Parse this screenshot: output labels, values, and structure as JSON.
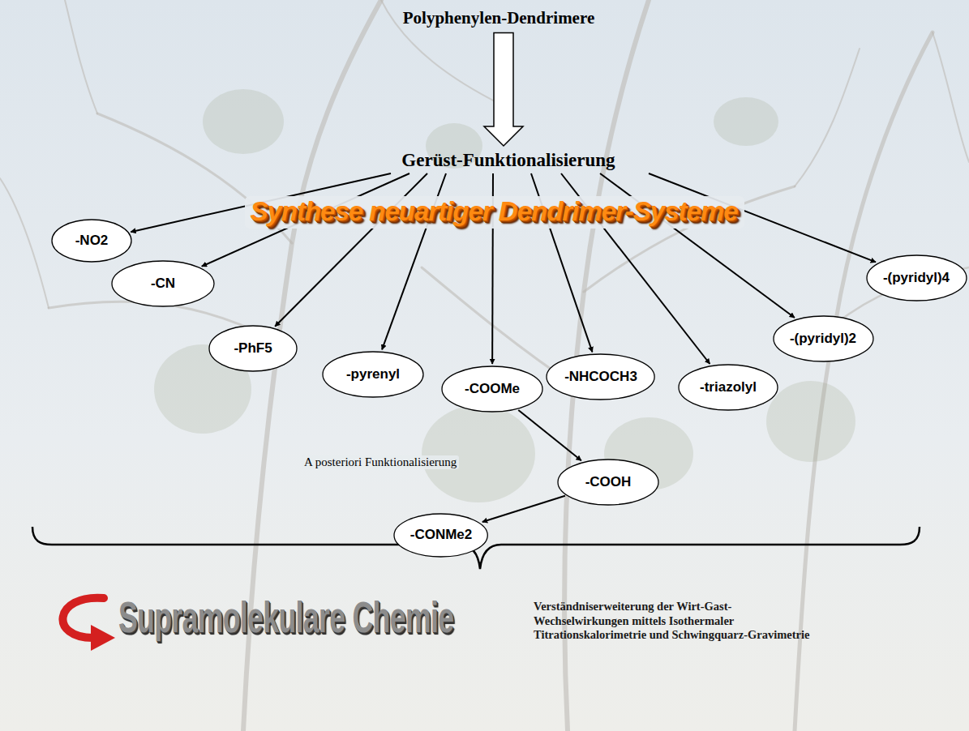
{
  "diagram": {
    "title": "Polyphenylen-Dendrimere",
    "nodes": [
      {
        "text": [
          "Polyphenylen-Dendrimere"
        ]
      },
      {
        "text": [
          "Gerüst-Funktionalisierung"
        ]
      },
      {
        "text": [
          "-NO2"
        ]
      },
      {
        "text": [
          "-CN"
        ]
      },
      {
        "text": [
          "-PhF5"
        ]
      },
      {
        "text": [
          "-pyrenyl"
        ]
      },
      {
        "text": [
          "-COOMe"
        ]
      },
      {
        "text": [
          "-NHCOCH3"
        ]
      },
      {
        "text": [
          "-triazolyl"
        ]
      },
      {
        "text": [
          "-(pyridyl)2"
        ]
      },
      {
        "text": [
          "-(pyridyl)4"
        ]
      },
      {
        "text": [
          "-COOH"
        ]
      },
      {
        "text": [
          "-CONMe2"
        ]
      }
    ],
    "edges": [
      {
        "from": 0,
        "to": 1,
        "arrow": "to"
      },
      {
        "from": 1,
        "to": 2,
        "arrow": "to"
      },
      {
        "from": 1,
        "to": 3,
        "arrow": "to"
      },
      {
        "from": 1,
        "to": 4,
        "arrow": "to"
      },
      {
        "from": 1,
        "to": 5,
        "arrow": "to"
      },
      {
        "from": 1,
        "to": 6,
        "arrow": "to"
      },
      {
        "from": 1,
        "to": 7,
        "arrow": "to"
      },
      {
        "from": 1,
        "to": 8,
        "arrow": "to"
      },
      {
        "from": 1,
        "to": 9,
        "arrow": "to"
      },
      {
        "from": 1,
        "to": 10,
        "arrow": "to"
      },
      {
        "from": 6,
        "to": 11,
        "arrow": "to"
      },
      {
        "from": 11,
        "to": 12,
        "arrow": "to"
      }
    ],
    "labels": [
      "Synthese neuartiger Dendrimer-Systeme",
      "A posteriori Funktionalisierung",
      "Supramolekulare Chemie",
      "Verständniserweiterung der Wirt-Gast-Wechselwirkungen mittels Isothermaler Titrationskalorimetrie und Schwingquarz-Gravimetrie"
    ]
  }
}
